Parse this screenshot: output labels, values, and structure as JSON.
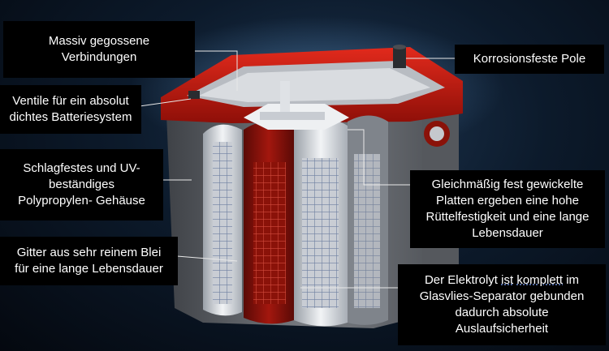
{
  "callouts": {
    "cast_connections": [
      "Massiv gegossene",
      "Verbindungen"
    ],
    "valves": [
      "Ventile für ein absolut",
      "dichtes Batteriesystem"
    ],
    "housing": [
      "Schlagfestes und UV-",
      "beständiges",
      "Polypropylen- Gehäuse"
    ],
    "grid": [
      "Gitter aus sehr reinem Blei",
      "für eine lange Lebensdauer"
    ],
    "terminals": "Korrosionsfeste Pole",
    "plates": [
      "Gleichmäßig fest gewickelte",
      "Platten ergeben eine hohe",
      "Rüttelfestigkeit und eine lange",
      "Lebensdauer"
    ],
    "electrolyte": {
      "line1_pre": "Der Elektrolyt ",
      "line1_ist": "ist",
      "line1_gap": "  ",
      "line1_komplett": "komplett",
      "line1_post": " im",
      "line2": "Glasvlies-Separator gebunden",
      "line3": "dadurch absolute",
      "line4": "Auslaufsicherheit"
    }
  },
  "colors": {
    "lid_red": "#c41a10",
    "case_gray": "#6e7278",
    "callout_bg": "#000000",
    "leader_line": "#e8e8e8"
  },
  "icons": [
    "battery-illustration",
    "terminal-post-icon",
    "valve-icon"
  ]
}
